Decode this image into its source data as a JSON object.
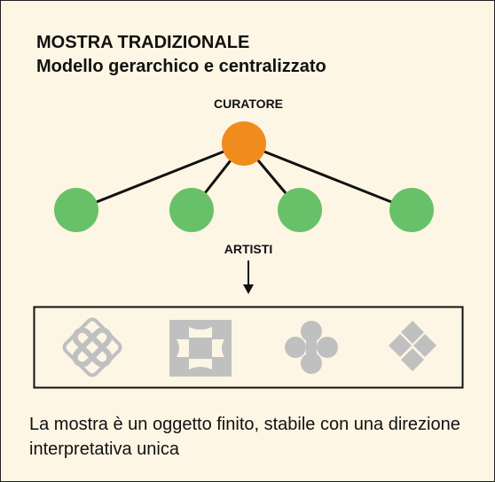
{
  "title": "MOSTRA TRADIZIONALE",
  "subtitle": "Modello gerarchico e centralizzato",
  "curator": {
    "label": "CURATORE",
    "color": "#f08c1e"
  },
  "artists": {
    "label": "ARTISTI",
    "color": "#68c169",
    "count": 4
  },
  "exhibition_icons": [
    "interlaced-knot-icon",
    "checkerboard-icon",
    "four-petal-flower-icon",
    "diamond-cluster-icon"
  ],
  "icon_color": "#c0c0c0",
  "caption": "La mostra è un oggetto finito, stabile con una direzione interpretativa unica"
}
